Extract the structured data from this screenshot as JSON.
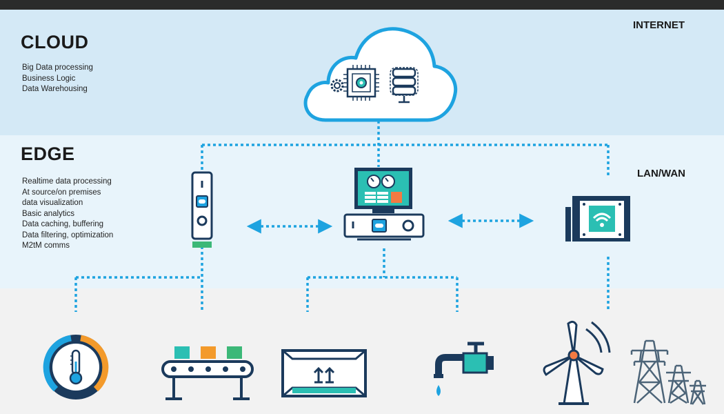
{
  "cloud": {
    "title": "CLOUD",
    "items": [
      "Big Data processing",
      "Business Logic",
      "Data Warehousing"
    ]
  },
  "edge": {
    "title": "EDGE",
    "items": [
      "Realtime data processing",
      "At source/on premises",
      "data visualization",
      "Basic analytics",
      "Data caching, buffering",
      "Data filtering, optimization",
      "M2tM comms"
    ]
  },
  "labels": {
    "internet": "INTERNET",
    "lan_wan": "LAN/WAN"
  },
  "icons": [
    "cloud-icon",
    "gear-icon",
    "processor-chip-icon",
    "server-database-icon",
    "edge-stick-device-icon",
    "edge-gateway-device-icon",
    "wireless-gateway-icon",
    "temperature-gauge-icon",
    "conveyor-belt-icon",
    "package-box-icon",
    "water-tap-icon",
    "wind-turbine-icon",
    "power-pylons-icon"
  ],
  "colors": {
    "accent_blue": "#1ea3e0",
    "dark_navy": "#1b3a5c",
    "teal": "#2bbfb3",
    "green": "#3cb878",
    "orange": "#f39a2b",
    "cloud_band": "#d4e9f6",
    "edge_band": "#e8f4fb",
    "device_band": "#f2f2f2"
  }
}
